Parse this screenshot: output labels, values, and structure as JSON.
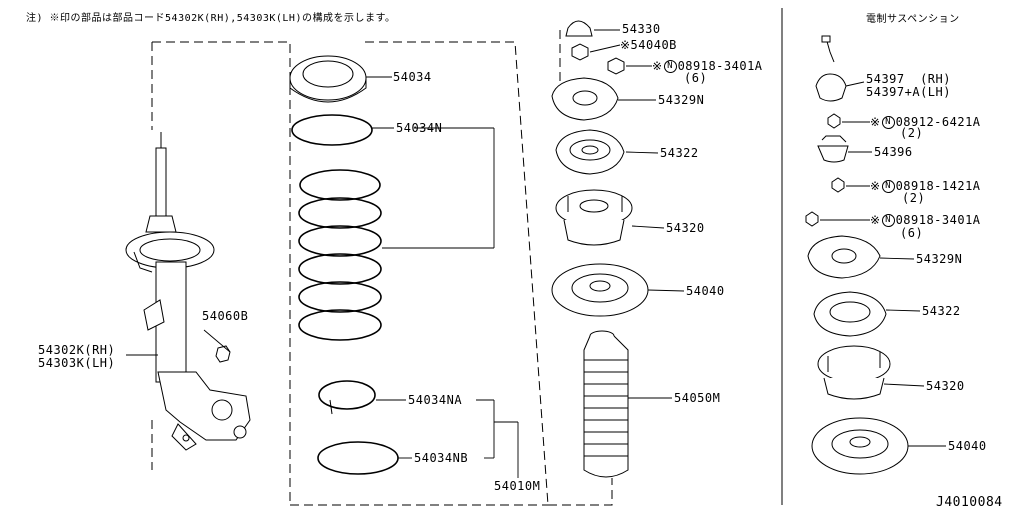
{
  "header_note": "注) ※印の部品は部品コード54302K(RH),54303K(LH)の構成を示します。",
  "right_panel_title": "電制サスペンション",
  "diagram_id": "J4010084",
  "parts": {
    "p54330": "54330",
    "p54040B": "※54040B",
    "p08918_3401A_a": "08918-3401A",
    "p08918_3401A_a_qty": "(6)",
    "p54329N_a": "54329N",
    "p54322_a": "54322",
    "p54320_a": "54320",
    "p54040_a": "54040",
    "p54050M": "54050M",
    "p54034": "54034",
    "p54034N": "54034N",
    "p54034NA": "54034NA",
    "p54034NB": "54034NB",
    "p54010M": "54010M",
    "p54060B": "54060B",
    "p54302K": "54302K(RH)",
    "p54303K": "54303K(LH)",
    "p54397": "54397  (RH)",
    "p54397A": "54397+A(LH)",
    "p08912_6421A": "08912-6421A",
    "p08912_6421A_qty": "(2)",
    "p54396": "54396",
    "p08918_1421A": "08918-1421A",
    "p08918_1421A_qty": "(2)",
    "p08918_3401A_b": "08918-3401A",
    "p08918_3401A_b_qty": "(6)",
    "p54329N_b": "54329N",
    "p54322_b": "54322",
    "p54320_b": "54320",
    "p54040_b": "54040"
  },
  "markers": {
    "ast": "※",
    "n": "N"
  }
}
